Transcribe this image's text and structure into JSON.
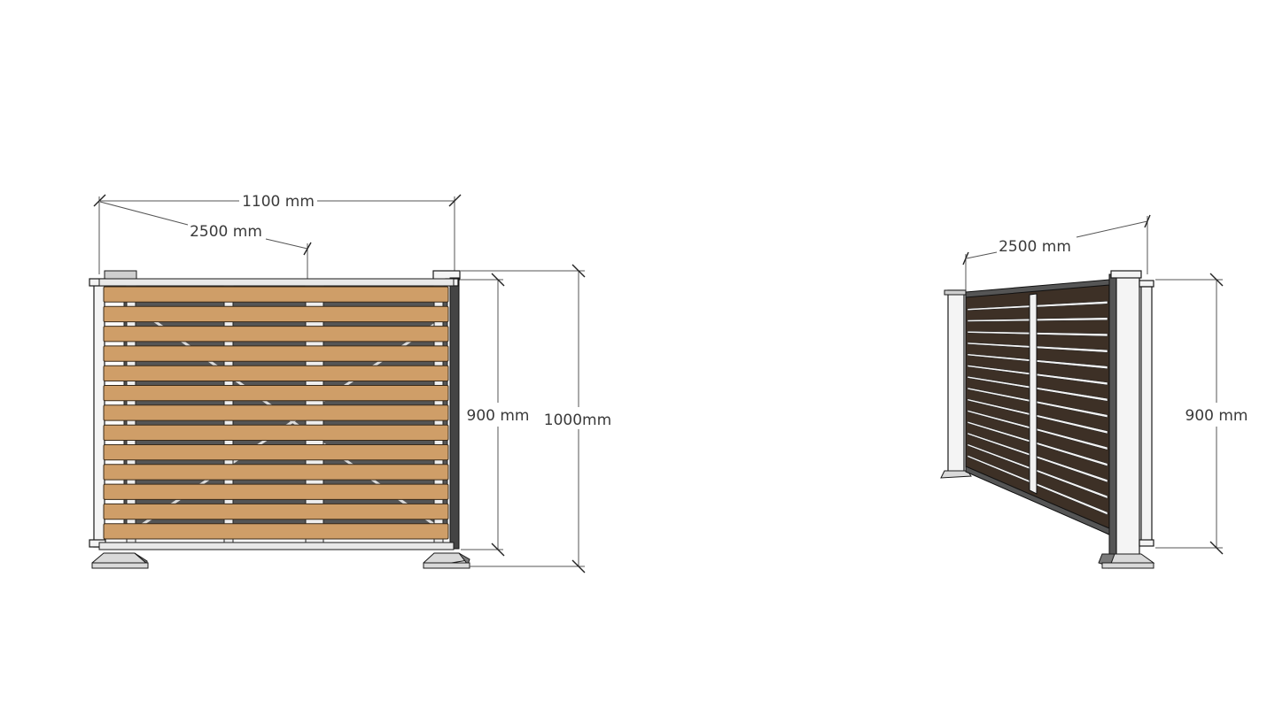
{
  "dimensions": {
    "front_width": "1100 mm",
    "front_depth": "2500 mm",
    "front_height_inner": "900 mm",
    "front_height_total": "1000mm",
    "side_depth": "2500 mm",
    "side_height": "900 mm"
  },
  "colors": {
    "wood": "#cf9e68",
    "dark_slat": "#5a4a3a",
    "frame": "#e8e8e8",
    "outline": "#1a1a1a"
  }
}
